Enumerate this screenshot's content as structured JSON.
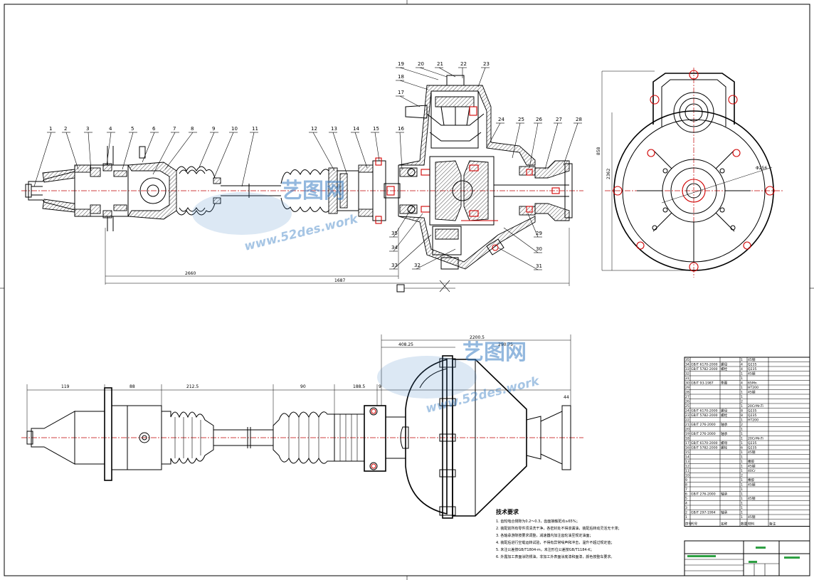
{
  "watermark": {
    "brand": "艺图网",
    "url": "www.52des.work"
  },
  "balloons": [
    "1",
    "2",
    "3",
    "4",
    "5",
    "6",
    "7",
    "8",
    "9",
    "10",
    "11",
    "12",
    "13",
    "14",
    "15",
    "16",
    "17",
    "18",
    "19",
    "20",
    "21",
    "22",
    "23",
    "24",
    "25",
    "26",
    "27",
    "28",
    "29",
    "30",
    "31",
    "32",
    "33",
    "34",
    "35"
  ],
  "dimensions_top": {
    "overall_1": "2660",
    "overall_2": "1687",
    "height": "858",
    "width": "2362",
    "bolt_circle": "Φ256"
  },
  "dimensions_bottom": {
    "d1": "119",
    "d2": "88",
    "d3": "212.5",
    "d4": "90",
    "d5": "188.5",
    "d6": "9",
    "d7": "408.25",
    "d8": "290.75",
    "d9": "2200.5",
    "d10": "44"
  },
  "notes": {
    "title": "技术要求",
    "items": [
      "1. 齿轮啮合侧隙为0.2～0.3，齿面接触斑点≥65%；",
      "2. 装配前所有零件须清洗干净，各密封处不得渗漏油，装配后转动灵活无卡滞；",
      "3. 各轴承游隙按要求调整，减速器内加注齿轮油至规定油面；",
      "4. 装配后进行空载运转试验，不得有异常噪声和冲击，温升不超过规定值；",
      "5. 未注公差按GB/T1804-m，未注形位公差按GB/T1184-K；",
      "6. 外露加工表面涂防锈油，非加工外表面涂底漆和面漆，颜色按整车要求。"
    ]
  },
  "parts_table": {
    "rows": [
      [
        "35",
        "",
        "",
        "1",
        "45钢",
        ""
      ],
      [
        "34",
        "GB/T 6170-2000",
        "螺母",
        "4",
        "Q235",
        ""
      ],
      [
        "33",
        "GB/T 5782-2000",
        "螺栓",
        "4",
        "Q235",
        ""
      ],
      [
        "32",
        "",
        "",
        "1",
        "45钢",
        ""
      ],
      [
        "31",
        "",
        "",
        "1",
        "",
        ""
      ],
      [
        "30",
        "GB/T 93-1987",
        "垫圈",
        "4",
        "65Mn",
        ""
      ],
      [
        "29",
        "",
        "",
        "1",
        "HT200",
        ""
      ],
      [
        "28",
        "",
        "",
        "1",
        "45钢",
        ""
      ],
      [
        "27",
        "",
        "",
        "1",
        "",
        ""
      ],
      [
        "26",
        "",
        "",
        "2",
        "",
        ""
      ],
      [
        "25",
        "",
        "",
        "1",
        "20CrMnTi",
        ""
      ],
      [
        "24",
        "GB/T 6170-2000",
        "螺母",
        "8",
        "Q235",
        ""
      ],
      [
        "23",
        "GB/T 5782-2000",
        "螺栓",
        "8",
        "Q235",
        ""
      ],
      [
        "22",
        "",
        "",
        "1",
        "HT200",
        ""
      ],
      [
        "21",
        "GB/T 276-2000",
        "轴承",
        "2",
        "",
        ""
      ],
      [
        "20",
        "",
        "",
        "1",
        "",
        ""
      ],
      [
        "19",
        "GB/T 276-2000",
        "轴承",
        "1",
        "",
        ""
      ],
      [
        "18",
        "",
        "",
        "1",
        "20CrMnTi",
        ""
      ],
      [
        "17",
        "GB/T 6170-2000",
        "螺母",
        "1",
        "Q235",
        ""
      ],
      [
        "16",
        "GB/T 5782-2000",
        "螺栓",
        "6",
        "Q235",
        ""
      ],
      [
        "15",
        "",
        "",
        "1",
        "45钢",
        ""
      ],
      [
        "14",
        "",
        "",
        "1",
        "",
        ""
      ],
      [
        "13",
        "",
        "",
        "1",
        "橡胶",
        ""
      ],
      [
        "12",
        "",
        "",
        "1",
        "45钢",
        ""
      ],
      [
        "11",
        "",
        "",
        "1",
        "40Cr",
        ""
      ],
      [
        "10",
        "",
        "",
        "2",
        "",
        ""
      ],
      [
        "9",
        "",
        "",
        "1",
        "橡胶",
        ""
      ],
      [
        "8",
        "",
        "",
        "1",
        "45钢",
        ""
      ],
      [
        "7",
        "",
        "",
        "1",
        "",
        ""
      ],
      [
        "6",
        "GB/T 276-2000",
        "轴承",
        "1",
        "",
        ""
      ],
      [
        "5",
        "",
        "",
        "1",
        "45钢",
        ""
      ],
      [
        "4",
        "",
        "",
        "1",
        "",
        ""
      ],
      [
        "3",
        "",
        "",
        "1",
        "",
        ""
      ],
      [
        "2",
        "GB/T 297-1994",
        "轴承",
        "1",
        "",
        ""
      ],
      [
        "1",
        "",
        "",
        "1",
        "45钢",
        ""
      ]
    ],
    "header": [
      "序号",
      "代号",
      "名称",
      "数量",
      "材料",
      "备注"
    ]
  }
}
